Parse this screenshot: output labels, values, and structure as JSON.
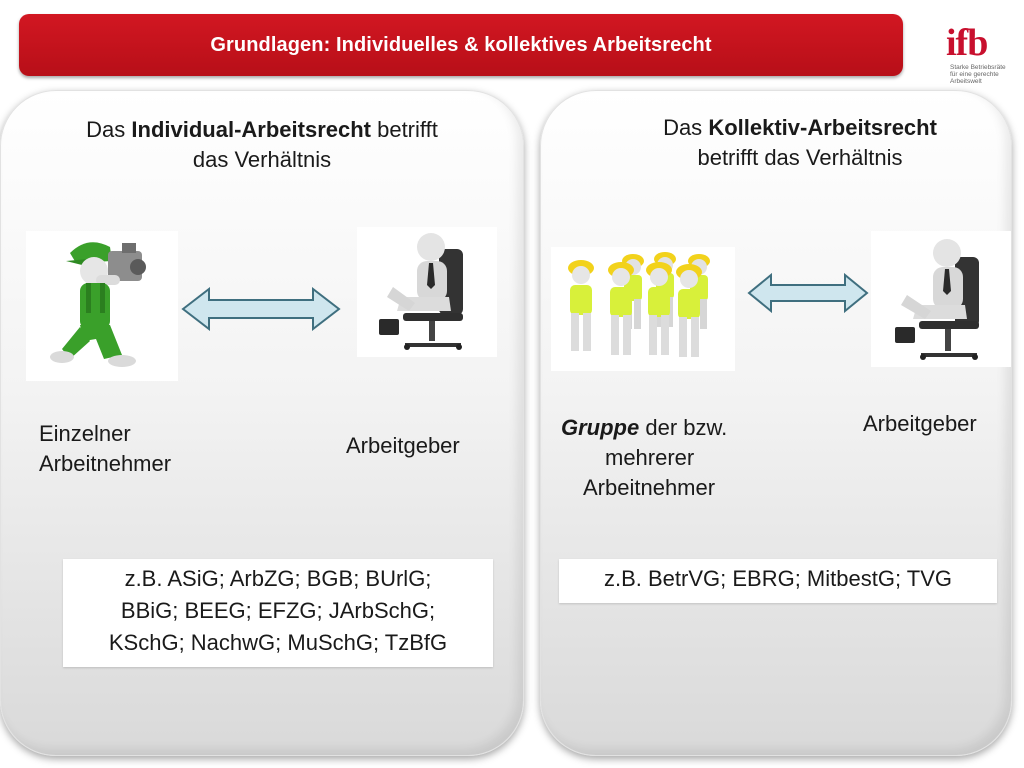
{
  "header": {
    "title": "Grundlagen: Individuelles & kollektives Arbeitsrecht",
    "logo_word": "ifb",
    "logo_tagline": [
      "Starke Betriebsräte",
      "für eine gerechte",
      "Arbeitswelt"
    ]
  },
  "left_panel": {
    "heading_pre": "Das ",
    "heading_bold": "Individual-Arbeitsrecht",
    "heading_post": " betrifft",
    "heading_line2": "das Verhältnis",
    "party_a_line1": "Einzelner",
    "party_a_line2": "Arbeitnehmer",
    "party_b": "Arbeitgeber",
    "laws": [
      "z.B. ASiG; ArbZG; BGB; BUrlG;",
      "BBiG; BEEG; EFZG; JArbSchG;",
      "KSchG; NachwG; MuSchG; TzBfG"
    ]
  },
  "right_panel": {
    "heading_pre": "Das ",
    "heading_bold": "Kollektiv-Arbeitsrecht",
    "heading_line2": "betrifft das Verhältnis",
    "party_a_bold": "Gruppe",
    "party_a_rest": " der bzw.",
    "party_a_line2": "mehrerer",
    "party_a_line3": "Arbeitnehmer",
    "party_b": "Arbeitgeber",
    "laws": [
      "z.B. BetrVG; EBRG; MitbestG; TVG"
    ]
  },
  "colors": {
    "title_bar": "#c8141e",
    "logo": "#c8102e",
    "arrow_fill": "#cfe6ee",
    "arrow_stroke": "#3f6f7f",
    "worker_green": "#3aa02a",
    "helmet_yellow": "#f2d21b",
    "vest": "#d8f03a"
  },
  "icons": [
    "camera-worker-figure",
    "boss-chair-figure",
    "worker-group-figure",
    "double-arrow-icon"
  ]
}
